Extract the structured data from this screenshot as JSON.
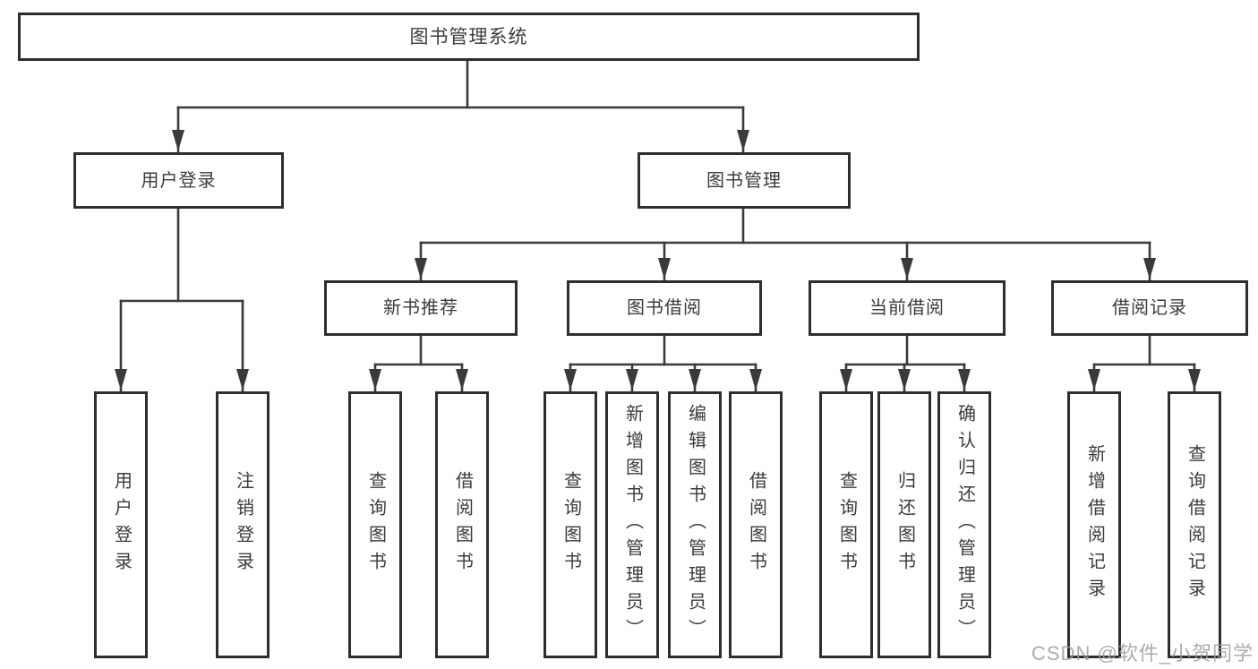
{
  "diagram_title": "图书管理系统",
  "colors": {
    "line": "#3a3a3a",
    "box_border": "#2e2e2e",
    "text": "#3b3b3b",
    "watermark": "#9e9e9e",
    "background": "#ffffff"
  },
  "watermark": {
    "text": "CSDN @软件_小贺同学"
  },
  "tree": {
    "label": "图书管理系统",
    "children": [
      {
        "label": "用户登录",
        "children": [
          {
            "label": "用户登录"
          },
          {
            "label": "注销登录"
          }
        ]
      },
      {
        "label": "图书管理",
        "children": [
          {
            "label": "新书推荐",
            "children": [
              {
                "label": "查询图书"
              },
              {
                "label": "借阅图书"
              }
            ]
          },
          {
            "label": "图书借阅",
            "children": [
              {
                "label": "查询图书"
              },
              {
                "label": "新增图书（管理员）"
              },
              {
                "label": "编辑图书（管理员）"
              },
              {
                "label": "借阅图书"
              }
            ]
          },
          {
            "label": "当前借阅",
            "children": [
              {
                "label": "查询图书"
              },
              {
                "label": "归还图书"
              },
              {
                "label": "确认归还（管理员）"
              }
            ]
          },
          {
            "label": "借阅记录",
            "children": [
              {
                "label": "新增借阅记录"
              },
              {
                "label": "查询借阅记录"
              }
            ]
          }
        ]
      }
    ]
  }
}
